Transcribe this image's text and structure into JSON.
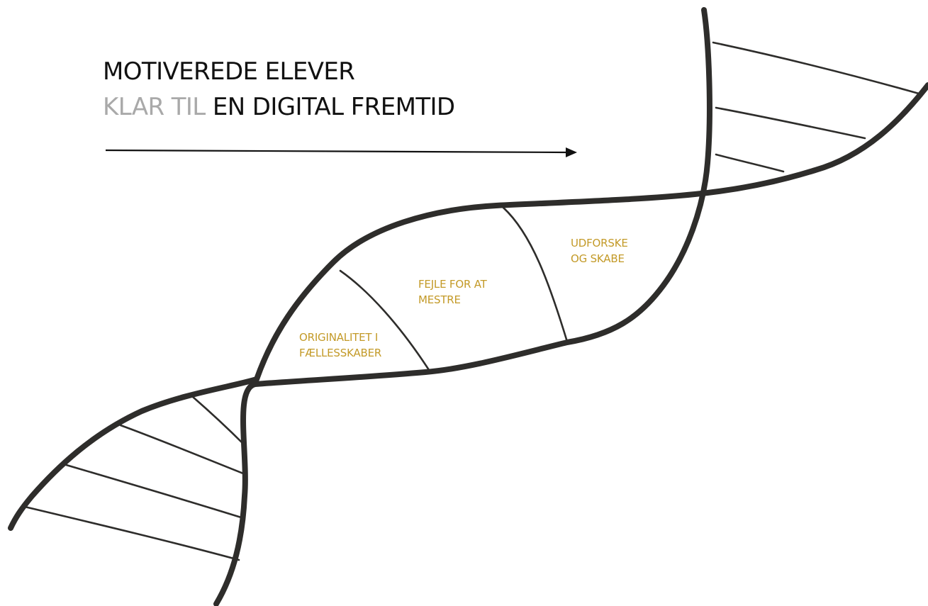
{
  "headline": {
    "line1": "MOTIVEREDE ELEVER",
    "line2_muted": "KLAR TIL",
    "line2_main": "EN DIGITAL FREMTID"
  },
  "labels": {
    "originalitet": {
      "line1": "ORIGINALITET I",
      "line2": "FÆLLESSKABER"
    },
    "fejle": {
      "line1": "FEJLE FOR AT",
      "line2": "MESTRE"
    },
    "udforske": {
      "line1": "UDFORSKE",
      "line2": "OG SKABE"
    }
  },
  "colors": {
    "heading": "#111111",
    "muted": "#a9a9a9",
    "label": "#c39a28",
    "strand": "#2e2d2b"
  }
}
